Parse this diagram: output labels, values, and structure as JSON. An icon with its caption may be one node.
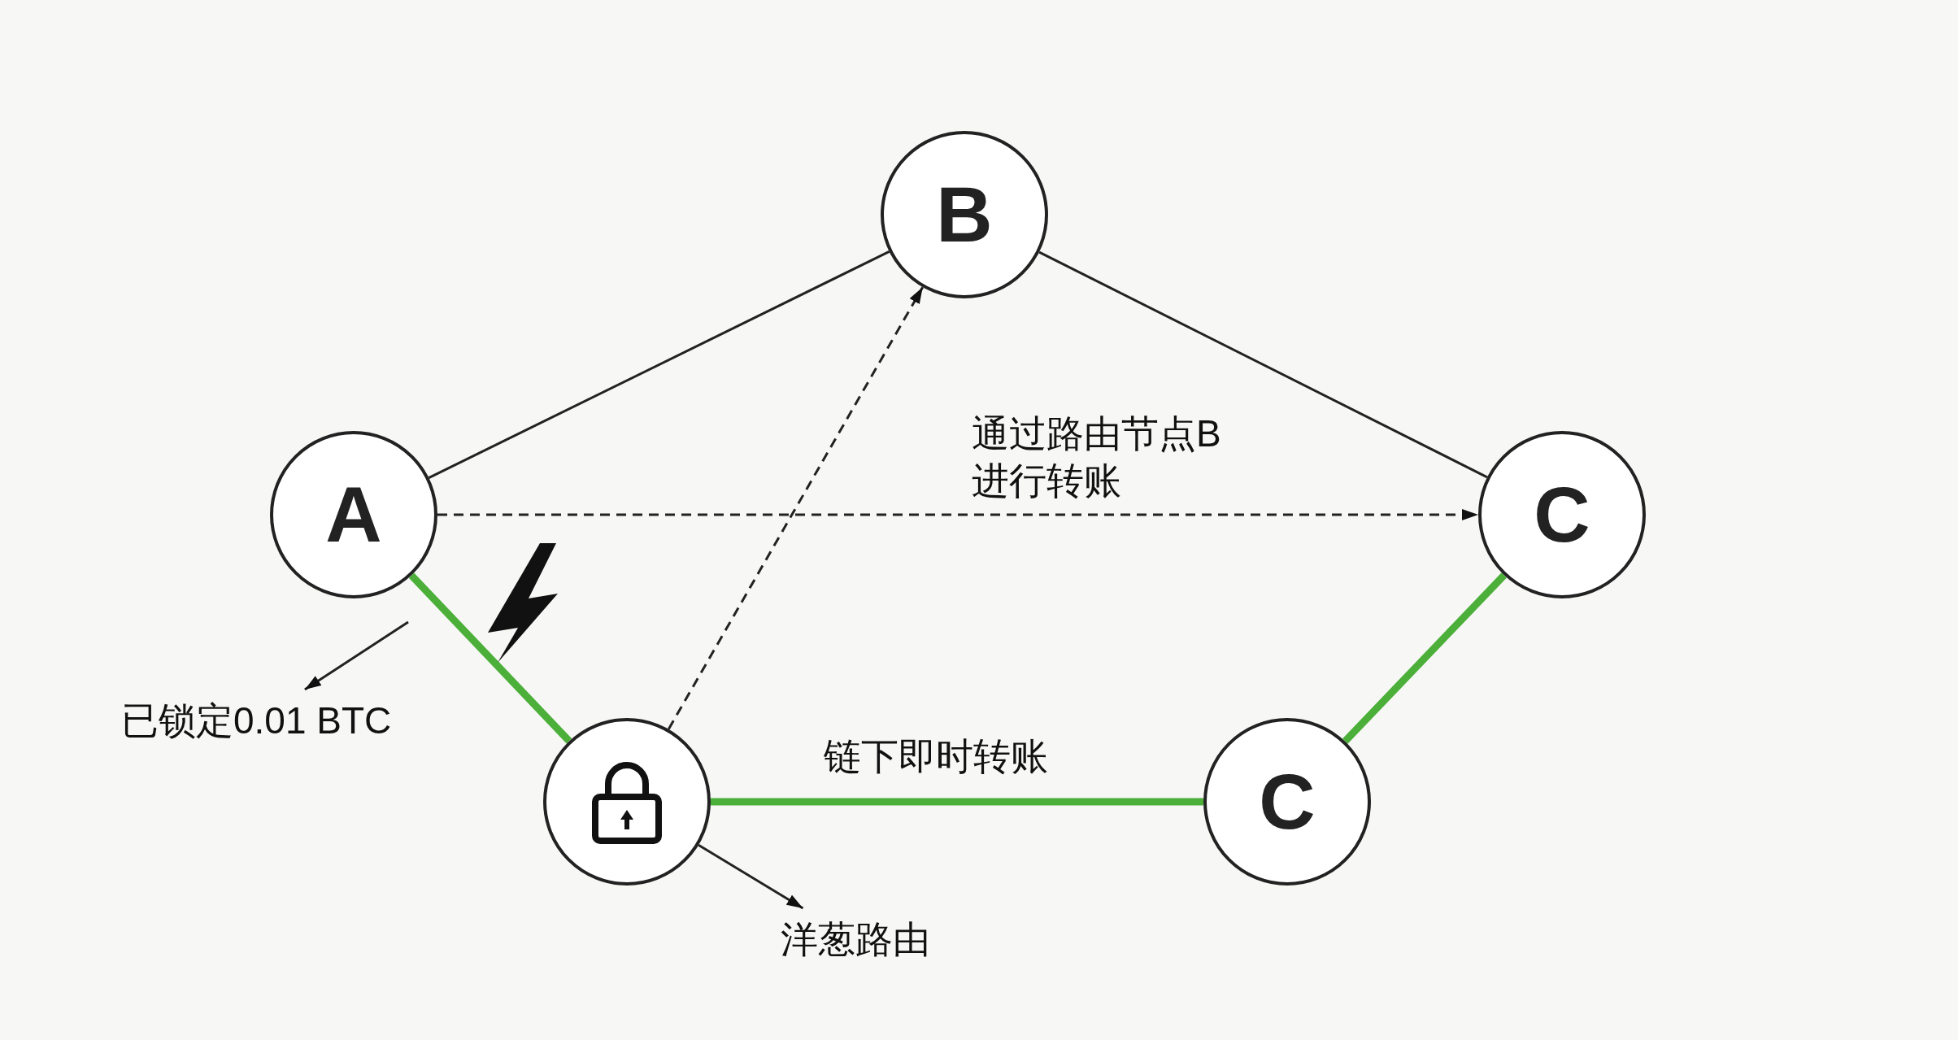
{
  "diagram": {
    "nodes": [
      {
        "text": [
          "B"
        ]
      },
      {
        "text": [
          "A"
        ]
      },
      {
        "text": [
          "C"
        ]
      },
      {
        "text": [],
        "shape": "circle"
      },
      {
        "text": [
          "C"
        ]
      },
      {
        "text": [
          "已锁定0.01 BTC"
        ]
      },
      {
        "text": [
          "洋葱路由"
        ]
      }
    ],
    "edges": [
      {
        "from": 1,
        "to": 0,
        "arrow": "none"
      },
      {
        "from": 0,
        "to": 2,
        "arrow": "none"
      },
      {
        "from": 1,
        "to": 3,
        "arrow": "none",
        "style": "thick",
        "color": "#4caf3a"
      },
      {
        "from": 3,
        "to": 4,
        "arrow": "none",
        "label": "链下即时转账",
        "style": "thick",
        "color": "#4caf3a"
      },
      {
        "from": 4,
        "to": 2,
        "arrow": "none",
        "style": "thick",
        "color": "#4caf3a"
      },
      {
        "from": 1,
        "to": 2,
        "arrow": "to",
        "label": "通过路由节点B进行转账",
        "style": "dashed"
      },
      {
        "from": 3,
        "to": 0,
        "arrow": "to",
        "style": "dashed"
      },
      {
        "from": null,
        "to": 5,
        "arrow": "to"
      },
      {
        "from": 3,
        "to": 6,
        "arrow": "to"
      }
    ]
  }
}
